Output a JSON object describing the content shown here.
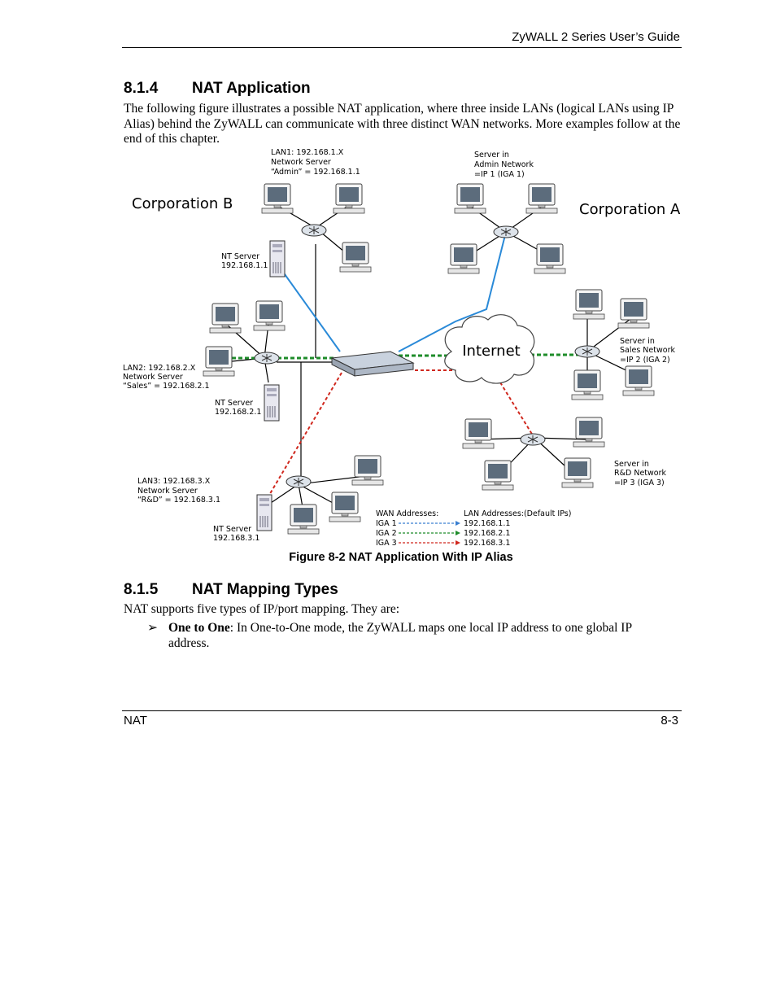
{
  "header": {
    "title": "ZyWALL 2 Series User’s Guide"
  },
  "section1": {
    "number": "8.1.4",
    "title": "NAT Application",
    "body": "The following figure illustrates a possible NAT application, where three inside LANs (logical LANs using IP Alias) behind the ZyWALL can communicate with three distinct WAN networks. More examples follow at the end of this chapter."
  },
  "figure": {
    "corp_b": "Corporation B",
    "corp_a": "Corporation A",
    "internet": "Internet",
    "lan1": [
      "LAN1: 192.168.1.X",
      "Network Server",
      "“Admin” = 192.168.1.1"
    ],
    "lan2": [
      "LAN2: 192.168.2.X",
      "Network Server",
      "“Sales” = 192.168.2.1"
    ],
    "lan3": [
      "LAN3: 192.168.3.X",
      "Network Server",
      "“R&D” = 192.168.3.1"
    ],
    "nt1": [
      "NT Server",
      "192.168.1.1"
    ],
    "nt2": [
      "NT Server",
      "192.168.2.1"
    ],
    "nt3": [
      "NT Server",
      "192.168.3.1"
    ],
    "admin_net": [
      "Server in",
      "Admin Network",
      "=IP 1 (IGA 1)"
    ],
    "sales_net": [
      "Server in",
      "Sales Network",
      "=IP 2 (IGA 2)"
    ],
    "rd_net": [
      "Server in",
      "R&D Network",
      "=IP 3 (IGA 3)"
    ],
    "legend": {
      "wan_header": "WAN Addresses:",
      "lan_header": "LAN Addresses:(Default IPs)",
      "rows": [
        {
          "wan": "IGA 1",
          "lan": "192.168.1.1",
          "color": "#3a7fd0"
        },
        {
          "wan": "IGA 2",
          "lan": "192.168.2.1",
          "color": "#1e8c2a"
        },
        {
          "wan": "IGA 3",
          "lan": "192.168.3.1",
          "color": "#d0281e"
        }
      ]
    },
    "colors": {
      "iga1": "#2a8ad8",
      "iga2": "#1e8c2a",
      "iga3": "#d0281e"
    },
    "caption": "Figure 8-2 NAT Application With IP Alias"
  },
  "section2": {
    "number": "8.1.5",
    "title": "NAT Mapping Types",
    "body": "NAT supports five types of IP/port mapping. They are:"
  },
  "bullet": {
    "marker": "➢",
    "term": "One to One",
    "text": ": In One-to-One mode, the ZyWALL maps one local IP address to one global IP address."
  },
  "footer": {
    "left": "NAT",
    "right": "8-3"
  }
}
